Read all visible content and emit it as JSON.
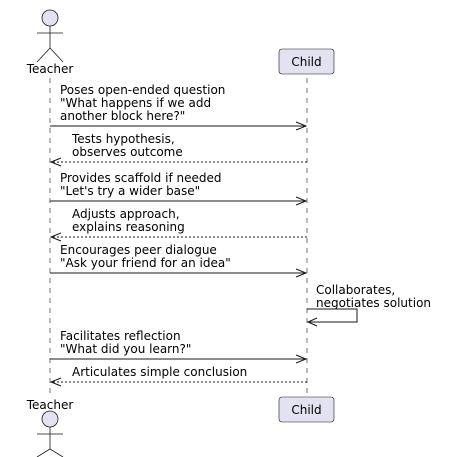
{
  "participants": {
    "teacher": "Teacher",
    "child": "Child"
  },
  "colors": {
    "participant_fill": "#E2E2F0",
    "line": "#181818",
    "background": "#FFFFFF"
  },
  "messages": [
    {
      "from": "teacher",
      "to": "child",
      "style": "solid",
      "lines": [
        "Poses open-ended question",
        "\"What happens if we add",
        "another block here?\""
      ]
    },
    {
      "from": "child",
      "to": "teacher",
      "style": "dashed",
      "lines": [
        "Tests hypothesis,",
        "observes outcome"
      ]
    },
    {
      "from": "teacher",
      "to": "child",
      "style": "solid",
      "lines": [
        "Provides scaffold if needed",
        "\"Let's try a wider base\""
      ]
    },
    {
      "from": "child",
      "to": "teacher",
      "style": "dashed",
      "lines": [
        "Adjusts approach,",
        "explains reasoning"
      ]
    },
    {
      "from": "teacher",
      "to": "child",
      "style": "solid",
      "lines": [
        "Encourages peer dialogue",
        "\"Ask your friend for an idea\""
      ]
    },
    {
      "from": "child",
      "to": "child",
      "style": "solid",
      "lines": [
        "Collaborates,",
        "negotiates solution"
      ]
    },
    {
      "from": "teacher",
      "to": "child",
      "style": "solid",
      "lines": [
        "Facilitates reflection",
        "\"What did you learn?\""
      ]
    },
    {
      "from": "child",
      "to": "teacher",
      "style": "dashed",
      "lines": [
        "Articulates simple conclusion"
      ]
    }
  ]
}
